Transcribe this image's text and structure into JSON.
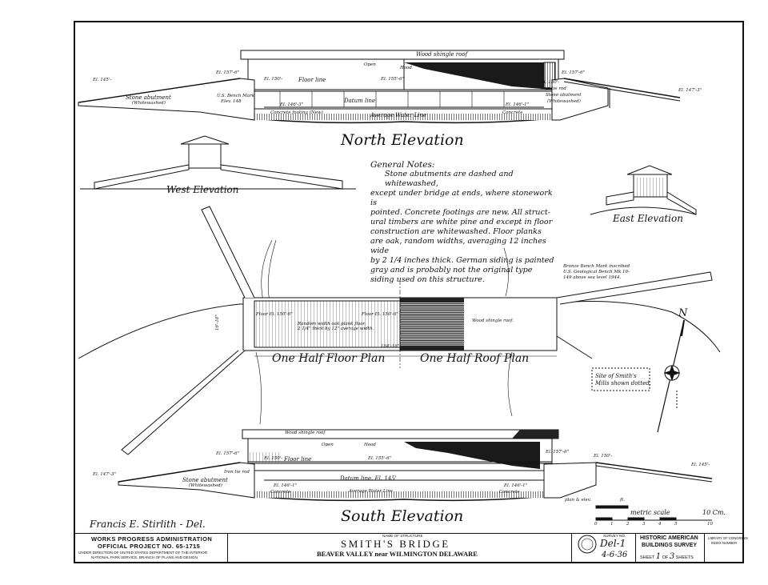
{
  "views": {
    "north": "North Elevation",
    "west": "West Elevation",
    "east": "East Elevation",
    "south": "South Elevation",
    "half_floor": "One Half Floor Plan",
    "half_roof": "One Half Roof Plan"
  },
  "north_labels": {
    "roof": "Wood shingle roof",
    "open": "Open",
    "hood": "Hood",
    "floor_line": "Floor line",
    "datum_line": "Datum line",
    "avg_water": "Average Water Line",
    "stone_abut_l": "Stone abutment",
    "whitewashed_l": "(Whitewashed)",
    "stone_abut_r": "Stone abutment",
    "whitewashed_r": "(Whitewashed)",
    "bench_mark": "U.S. Bench Mark",
    "bench_elev": "Elev. 148",
    "conc_footing": "Concrete footing (New)",
    "concrete": "Concrete",
    "iron_tie": "Iron tie rod",
    "el_l1": "El. 145'-",
    "el_l2": "El. 157'-6\"",
    "el_l3": "El. 150'-",
    "el_l4": "El. 146'-3\"",
    "el_m1": "El. 155'-6\"",
    "el_m2": "El. 146'-1\"",
    "el_r1": "El. 157'-6\"",
    "el_r2": "El. 150'-",
    "el_r3": "El. 147'-3\""
  },
  "plan_labels": {
    "random_planks": "Random width oak plank floor,",
    "random_planks2": "2 1/4\" thick by 12\" average width.",
    "floor_el_l": "Floor El. 150'-6\"",
    "floor_el_r": "Floor El. 150'-6\"",
    "roof_note": "Wood shingle roof.",
    "span": "164'-16\"",
    "width": "16'-16\"",
    "bench_note1": "Bronze Bench Mark inscribed",
    "bench_note2": "U.S. Geological Bench Mk 10-",
    "bench_note3": "149 above sea level 1944.",
    "north": "N",
    "site1": "Site of Smith's",
    "site2": "Mills shown dotted."
  },
  "south_labels": {
    "roof": "Wood shingle roof",
    "open": "Open",
    "hood": "Hood",
    "floor_line": "Floor line",
    "datum_line": "Datum line. El. 145'",
    "avg_water": "Average Water Line",
    "stone_abut": "Stone abutment",
    "whitewashed": "(Whitewashed)",
    "iron_tie": "Iron tie rod",
    "concrete_l": "Concrete",
    "concrete_r": "Concrete",
    "el_l1": "El. 147'-3\"",
    "el_l2": "El. 157'-6\"",
    "el_m1": "El. 150'-",
    "el_m2": "El. 155'-6\"",
    "el_m3": "El. 146'-1\"",
    "el_r1": "El. 157'-6\"",
    "el_r2": "El. 150'-",
    "el_r3": "El. 146'-1\"",
    "el_r4": "El. 145'-"
  },
  "general_notes": {
    "heading": "General Notes:",
    "lines": [
      "Stone abutments are dashed and whitewashed,",
      "except under bridge at ends, where stonework is",
      "pointed. Concrete footings are new. All struct-",
      "ural timbers are white pine and except in floor",
      "construction are whitewashed. Floor planks",
      "are oak, random widths, averaging 12 inches wide",
      "by 2 1/4 inches thick. German siding is painted",
      "gray and is probably not the original type",
      "siding used on this structure."
    ]
  },
  "scale": {
    "plan_elev": "plan & elev.",
    "ft": "ft.",
    "metric": "metric scale",
    "metric_end": "10 Cm.",
    "ticks": [
      "0",
      "1",
      "2",
      "3",
      "4",
      "5",
      "10"
    ]
  },
  "delineator": "Francis E. Stirlith - Del.",
  "title_block": {
    "wpa1": "WORKS PROGRESS ADMINISTRATION",
    "wpa2": "OFFICIAL PROJECT NO. 65-1715",
    "wpa3": "UNDER DIRECTION OF UNITED STATES DEPARTMENT OF THE INTERIOR",
    "wpa4": "NATIONAL PARK SERVICE, BRANCH OF PLANS AND DESIGN",
    "name_caption": "NAME OF STRUCTURE",
    "name": "SMITH'S BRIDGE",
    "location": "BEAVER VALLEY near WILMINGTON DELAWARE",
    "survey_caption": "SURVEY NO.",
    "survey_no": "Del-1",
    "survey_date": "4-6-36",
    "habs1": "HISTORIC AMERICAN",
    "habs2": "BUILDINGS SURVEY",
    "sheet_label": "SHEET",
    "sheet_no": "1",
    "sheet_of": "OF",
    "sheet_total": "3",
    "sheets": "SHEETS",
    "loc1": "LIBRARY OF CONGRESS",
    "loc2": "INDEX NUMBER"
  }
}
